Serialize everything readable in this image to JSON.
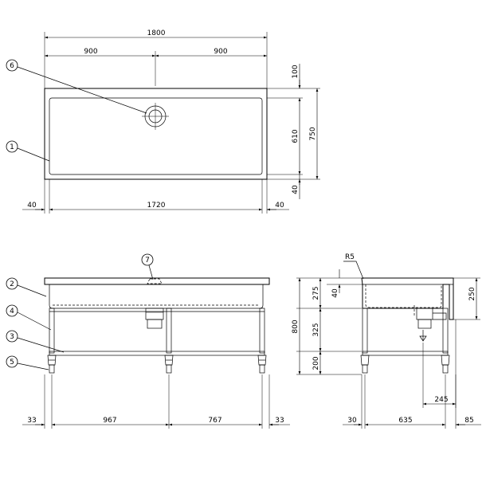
{
  "top_view": {
    "dims": {
      "total_width": "1800",
      "half_left": "900",
      "half_right": "900",
      "back_gap": "100",
      "basin_depth": "610",
      "total_depth": "750",
      "front_gap": "40",
      "left_margin": "40",
      "basin_width": "1720",
      "right_margin": "40"
    },
    "callouts": {
      "basin": "1",
      "drain_outlet": "6"
    }
  },
  "front_view": {
    "dims": {
      "left_offset": "33",
      "span_left": "967",
      "span_right": "767",
      "right_offset": "33"
    },
    "callouts": {
      "top_sink": "2",
      "leg": "4",
      "crossbar": "3",
      "adjuster_foot": "5",
      "overflow": "7"
    }
  },
  "side_view": {
    "dims": {
      "radius": "R5",
      "rim_thickness": "40",
      "basin_height": "275",
      "drain_height": "325",
      "foot_height": "200",
      "total_height": "800",
      "back_height": "250",
      "drain_offset": "245",
      "left_offset": "30",
      "leg_span": "635",
      "right_offset": "85"
    }
  }
}
